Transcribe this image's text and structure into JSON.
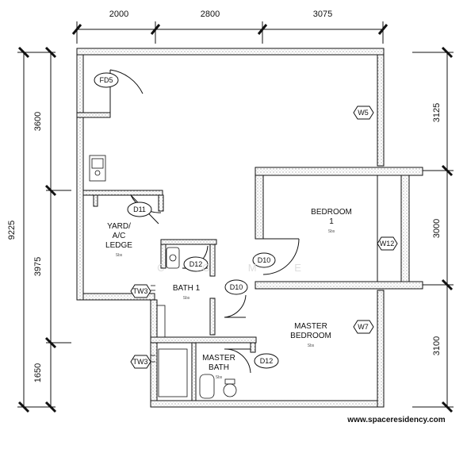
{
  "dimensions": {
    "top": [
      "2000",
      "2800",
      "3075"
    ],
    "left_total": "9225",
    "left": [
      "3600",
      "3975",
      "1650"
    ],
    "right": [
      "3125",
      "3000",
      "3100"
    ]
  },
  "rooms": {
    "bedroom1": {
      "line1": "BEDROOM",
      "line2": "1",
      "area": "Sbs"
    },
    "master_bedroom": {
      "line1": "MASTER",
      "line2": "BEDROOM",
      "area": "Sbs"
    },
    "yard": {
      "line1": "YARD/",
      "line2": "A/C",
      "line3": "LEDGE",
      "area": "Sbs"
    },
    "bath1": {
      "line1": "BATH 1",
      "area": "Sbs"
    },
    "master_bath": {
      "line1": "MASTER",
      "line2": "BATH",
      "area": "Sbs"
    }
  },
  "tags": {
    "fd5": "FD5",
    "w5": "W5",
    "w12": "W12",
    "w7": "W7",
    "d11": "D11",
    "d12_bath1": "D12",
    "d10_bedroom": "D10",
    "d10_bath": "D10",
    "tw3_yard": "TW3",
    "tw3_bath": "TW3",
    "d12_master": "D12"
  },
  "watermark": "C O M E",
  "website": "www.spaceresidency.com",
  "colors": {
    "line": "#111111",
    "wall_hatch": "#888888"
  }
}
